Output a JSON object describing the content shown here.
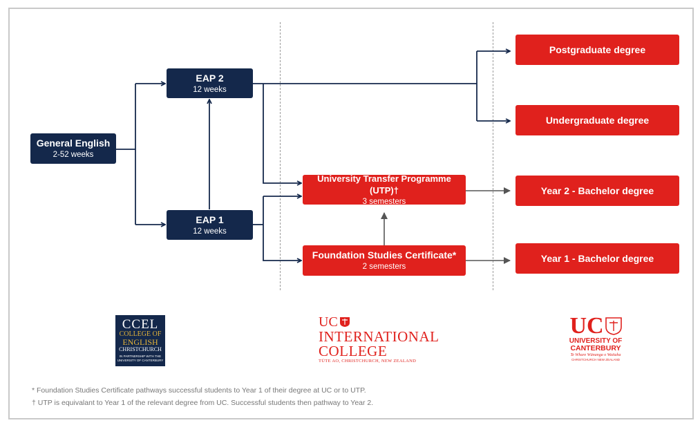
{
  "boxes": {
    "general_english": {
      "title": "General English",
      "sub": "2-52 weeks"
    },
    "eap2": {
      "title": "EAP 2",
      "sub": "12 weeks"
    },
    "eap1": {
      "title": "EAP 1",
      "sub": "12 weeks"
    },
    "utp": {
      "title": "University Transfer Programme (UTP)†",
      "sub": "3 semesters"
    },
    "fsc": {
      "title": "Foundation Studies Certificate*",
      "sub": "2 semesters"
    },
    "postgrad": {
      "title": "Postgraduate degree"
    },
    "undergrad": {
      "title": "Undergraduate degree"
    },
    "year2": {
      "title": "Year 2 - Bachelor degree"
    },
    "year1": {
      "title": "Year 1 - Bachelor degree"
    }
  },
  "logos": {
    "ccel": {
      "line1": "CCEL",
      "line2": "COLLEGE OF",
      "line3": "ENGLISH",
      "line4": "CHRISTCHURCH",
      "line5": "IN PARTNERSHIP WITH THE",
      "line6": "UNIVERSITY OF CANTERBURY"
    },
    "uc_international": {
      "mark": "UC",
      "line1": "INTERNATIONAL",
      "line2": "COLLEGE",
      "line3": "TŪTE AO, CHRISTCHURCH, NEW ZEALAND"
    },
    "uc": {
      "mark": "UC",
      "line1": "UNIVERSITY OF",
      "line2": "CANTERBURY",
      "line3": "Te Whare Wānanga o Waitaha",
      "line4": "CHRISTCHURCH NEW ZEALAND"
    }
  },
  "footnotes": {
    "star": "* Foundation Studies Certificate pathways successful students to Year 1 of their degree at UC or to UTP.",
    "dagger": "† UTP is equivalant to Year 1 of the relevant degree from UC. Successful students then pathway to Year 2."
  },
  "colors": {
    "navy": "#14284b",
    "red": "#e0211d",
    "arrow_gray": "#555555",
    "ccel_gold": "#e4b43a"
  }
}
